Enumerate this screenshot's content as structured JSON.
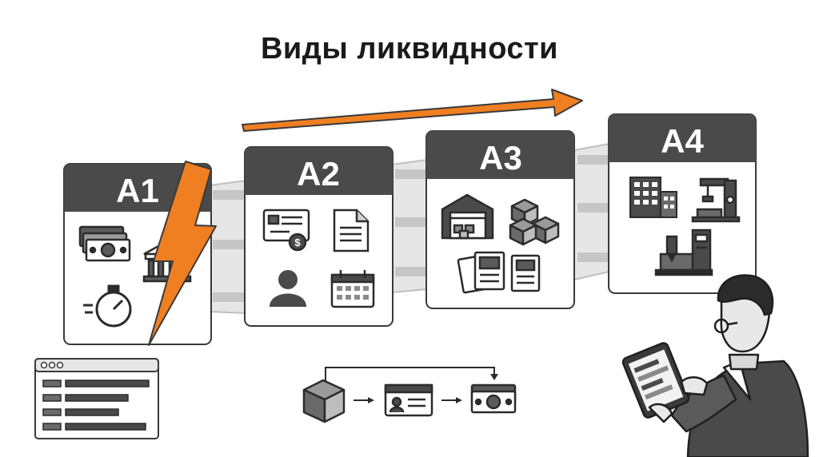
{
  "title": "Виды ликвидности",
  "cards": [
    {
      "label": "A1",
      "icons": [
        "cash-icon",
        "bank-icon",
        "stopwatch-icon"
      ]
    },
    {
      "label": "A2",
      "icons": [
        "invoice-icon",
        "document-icon",
        "person-icon",
        "calendar-icon"
      ]
    },
    {
      "label": "A3",
      "icons": [
        "warehouse-icon",
        "boxes-icon",
        "stock-sheets-icon"
      ]
    },
    {
      "label": "A4",
      "icons": [
        "building-icon",
        "robot-arm-icon",
        "machine-icon"
      ]
    }
  ],
  "flow": [
    "box-icon",
    "invoice-icon",
    "cash-icon"
  ],
  "colors": {
    "accent": "#f07f22",
    "header": "#4a4a4a",
    "rail": "#c8c8c8"
  }
}
